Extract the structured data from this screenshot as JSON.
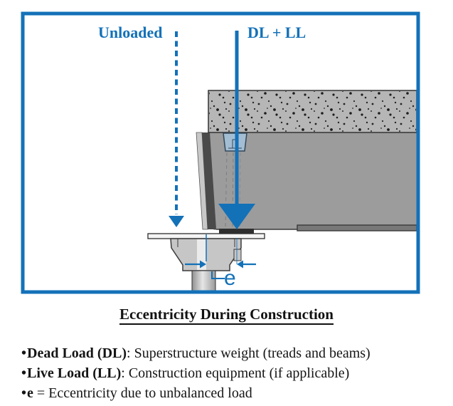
{
  "diagram": {
    "labels": {
      "unloaded": "Unloaded",
      "load": "DL + LL",
      "eccentricity": "e"
    },
    "colors": {
      "accent_blue": "#1371b8",
      "slab_gray": "#b6b6b6",
      "beam_gray": "#9c9c9c",
      "dark_edge": "#3a3a3a"
    }
  },
  "caption": {
    "title": "Eccentricity During Construction",
    "bullets": [
      {
        "marker": "•",
        "term": "Dead Load (DL)",
        "description": ": Superstructure weight (treads and beams)"
      },
      {
        "marker": "•",
        "term": "Live Load (LL)",
        "description": ": Construction equipment (if applicable)"
      },
      {
        "marker": "•",
        "term": "e",
        "description": " = Eccentricity due to unbalanced load"
      }
    ]
  }
}
